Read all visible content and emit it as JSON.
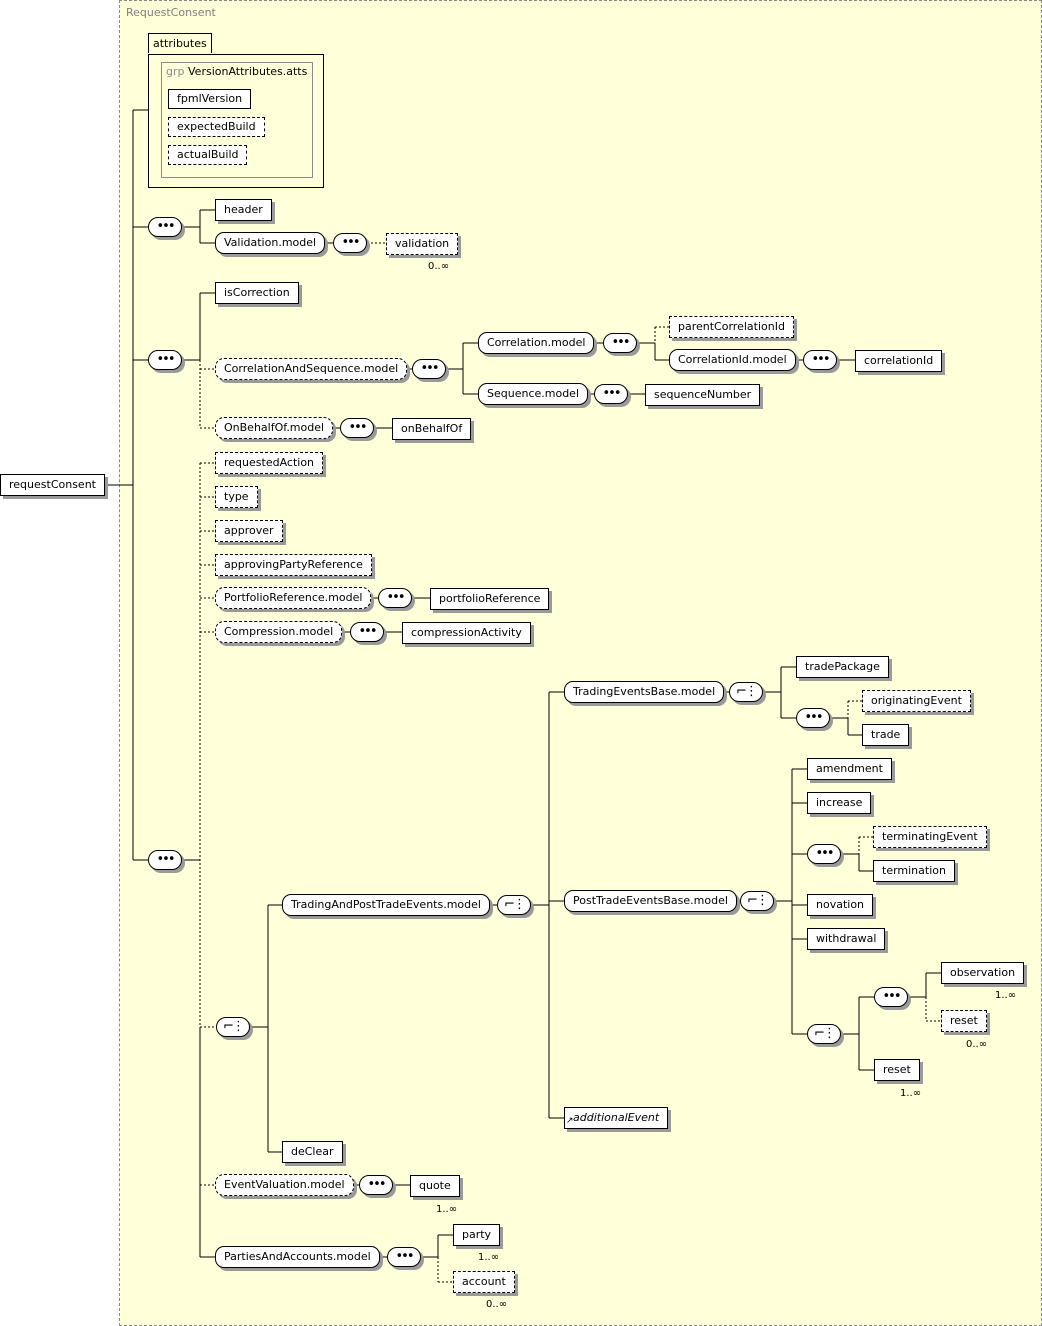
{
  "complex_type": "RequestConsent",
  "root": "requestConsent",
  "attributes": {
    "tab_label": "attributes",
    "group_keyword": "grp",
    "group_name": "VersionAttributes.atts",
    "items": [
      "fpmlVersion",
      "expectedBuild",
      "actualBuild"
    ]
  },
  "elements": {
    "header": "header",
    "validation_model": "Validation.model",
    "validation": "validation",
    "is_correction": "isCorrection",
    "correlation_and_sequence_model": "CorrelationAndSequence.model",
    "correlation_model": "Correlation.model",
    "parent_correlation_id": "parentCorrelationId",
    "correlation_id_model": "CorrelationId.model",
    "correlation_id": "correlationId",
    "sequence_model": "Sequence.model",
    "sequence_number": "sequenceNumber",
    "on_behalf_of_model": "OnBehalfOf.model",
    "on_behalf_of": "onBehalfOf",
    "requested_action": "requestedAction",
    "type": "type",
    "approver": "approver",
    "approving_party_reference": "approvingPartyReference",
    "portfolio_reference_model": "PortfolioReference.model",
    "portfolio_reference": "portfolioReference",
    "compression_model": "Compression.model",
    "compression_activity": "compressionActivity",
    "trading_and_post_trade_events_model": "TradingAndPostTradeEvents.model",
    "trading_events_base_model": "TradingEventsBase.model",
    "trade_package": "tradePackage",
    "originating_event": "originatingEvent",
    "trade": "trade",
    "post_trade_events_base_model": "PostTradeEventsBase.model",
    "amendment": "amendment",
    "increase": "increase",
    "terminating_event": "terminatingEvent",
    "termination": "termination",
    "novation": "novation",
    "withdrawal": "withdrawal",
    "observation": "observation",
    "reset_opt": "reset",
    "reset": "reset",
    "additional_event": "additionalEvent",
    "de_clear": "deClear",
    "event_valuation_model": "EventValuation.model",
    "quote": "quote",
    "parties_and_accounts_model": "PartiesAndAccounts.model",
    "party": "party",
    "account": "account"
  },
  "cardinalities": {
    "validation": "0..∞",
    "observation": "1..∞",
    "reset_opt": "0..∞",
    "reset": "1..∞",
    "quote": "1..∞",
    "party": "1..∞",
    "account": "0..∞"
  }
}
